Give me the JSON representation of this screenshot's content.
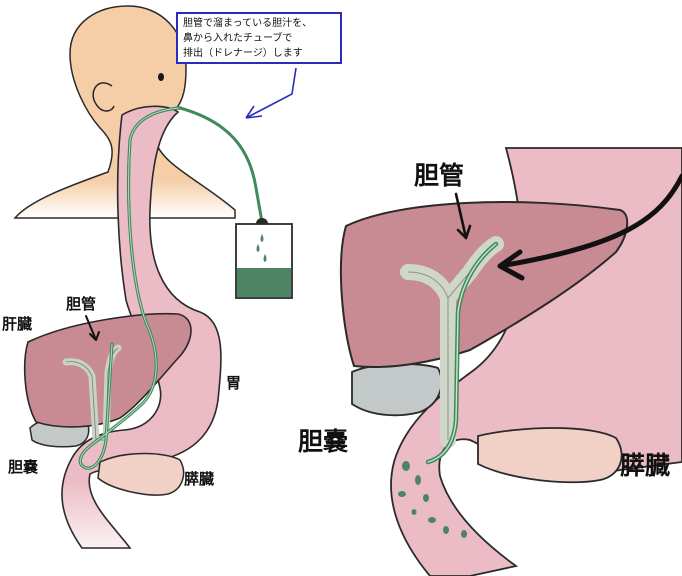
{
  "callout": {
    "lines": [
      "胆管で溜まっている胆汁を、",
      "鼻から入れたチューブで",
      "排出（ドレナージ）します"
    ]
  },
  "left_labels": {
    "liver": "肝臓",
    "bile_duct": "胆管",
    "stomach": "胃",
    "gallbladder": "胆嚢",
    "pancreas": "膵臓"
  },
  "right_labels": {
    "bile_duct": "胆管",
    "gallbladder": "胆嚢",
    "pancreas": "膵臓"
  },
  "colors": {
    "skin": "#f5cda7",
    "liver": "#c98b93",
    "stomach": "#e7aebb",
    "gallbladder": "#c3c8c9",
    "pancreas": "#f1d0c6",
    "bile_duct": "#cfd7c9",
    "tube": "#3f8a5a",
    "bile": "#4d8464",
    "callout_border": "#2b2bc0"
  }
}
